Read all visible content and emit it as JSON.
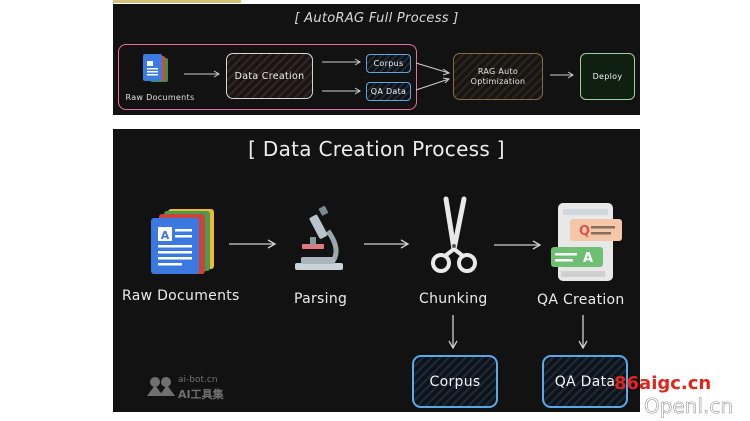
{
  "top": {
    "title": "[ AutoRAG Full Process ]",
    "raw_label": "Raw Documents",
    "data_creation": "Data Creation",
    "corpus": "Corpus",
    "qa_data": "QA Data",
    "rag_line1": "RAG Auto",
    "rag_line2": "Optimization",
    "deploy": "Deploy"
  },
  "bottom": {
    "title": "[ Data Creation Process ]",
    "steps": [
      "Raw Documents",
      "Parsing",
      "Chunking",
      "QA Creation"
    ],
    "corpus": "Corpus",
    "qa_data": "QA Data",
    "qa_icon_q": "Q",
    "qa_icon_a": "A"
  },
  "watermark": {
    "site": "ai-bot.cn",
    "name": "AI工具集",
    "right1": "86aigc.cn",
    "right2": "Openl.cn"
  },
  "colors": {
    "panel_bg": "#121212",
    "frame_pink": "#e56f9c",
    "box_blue": "#5aa9e8",
    "deploy_green": "#9dd3a0",
    "rag_brown": "#8a6a45"
  }
}
